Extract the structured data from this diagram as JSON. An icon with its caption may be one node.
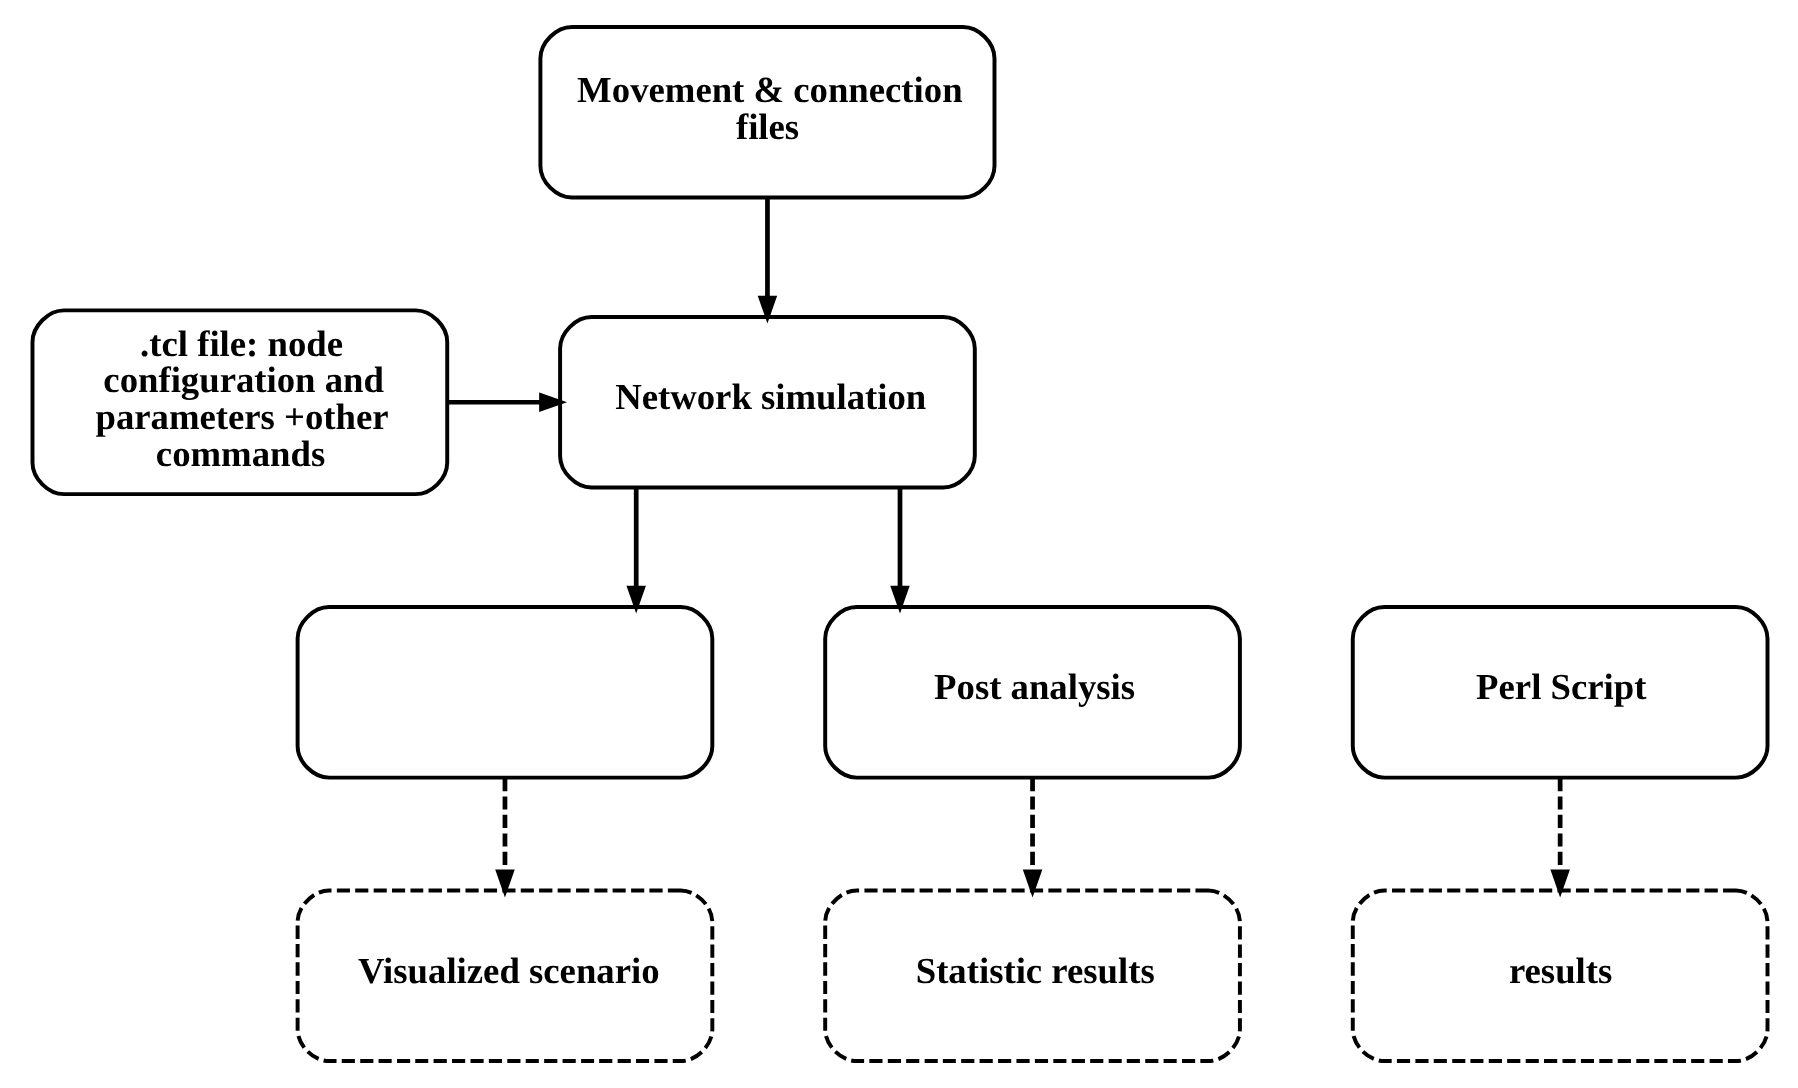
{
  "diagram": {
    "nodes": [
      {
        "text": [
          "Movement & connection files"
        ]
      },
      {
        "text": [
          ".tcl file: node configuration and parameters +other commands"
        ]
      },
      {
        "text": [
          "Network simulation"
        ]
      },
      {
        "text": [],
        "shape": "box"
      },
      {
        "text": [
          "Post analysis"
        ]
      },
      {
        "text": [
          "Perl Script"
        ]
      },
      {
        "text": [
          "Visualized scenario"
        ]
      },
      {
        "text": [
          "Statistic results"
        ]
      },
      {
        "text": [
          "results"
        ]
      }
    ],
    "edges": [
      {
        "from": 0,
        "to": 2,
        "arrow": "to"
      },
      {
        "from": 1,
        "to": 2,
        "arrow": "to"
      },
      {
        "from": 2,
        "to": 3,
        "arrow": "to"
      },
      {
        "from": 2,
        "to": 4,
        "arrow": "to"
      },
      {
        "from": 3,
        "to": 6,
        "arrow": "to",
        "style": "dashed"
      },
      {
        "from": 4,
        "to": 7,
        "arrow": "to",
        "style": "dashed"
      },
      {
        "from": 5,
        "to": 8,
        "arrow": "to",
        "style": "dashed"
      }
    ]
  }
}
